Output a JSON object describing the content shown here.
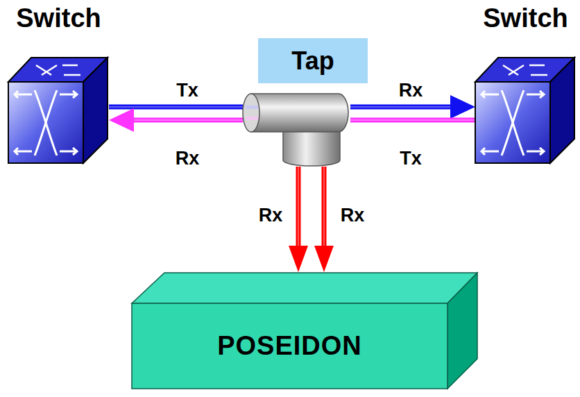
{
  "diagram": {
    "nodes": [
      {
        "text": [
          "Switch"
        ]
      },
      {
        "text": [
          "Tap"
        ]
      },
      {
        "text": [
          "Switch"
        ]
      },
      {
        "text": [
          "POSEIDON"
        ]
      }
    ],
    "edges": [
      {
        "from": 0,
        "to": 1,
        "arrow": "none",
        "label": "Tx"
      },
      {
        "from": 1,
        "to": 2,
        "arrow": "to",
        "label": "Rx"
      },
      {
        "from": 2,
        "to": 1,
        "arrow": "none",
        "label": "Tx"
      },
      {
        "from": 1,
        "to": 0,
        "arrow": "to",
        "label": "Rx"
      },
      {
        "from": 1,
        "to": 3,
        "arrow": "to",
        "label": "Rx"
      },
      {
        "from": 1,
        "to": 3,
        "arrow": "to",
        "label": "Rx"
      }
    ]
  }
}
